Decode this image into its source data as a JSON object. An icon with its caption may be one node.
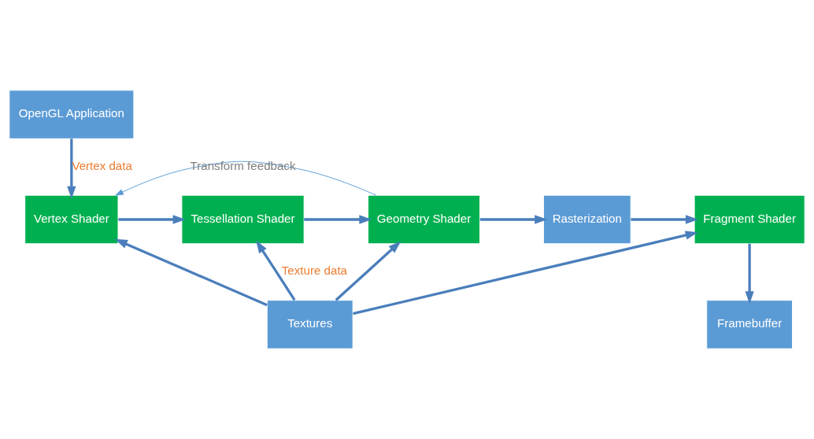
{
  "diagram": {
    "nodes": [
      {
        "text": [
          "OpenGL Application"
        ]
      },
      {
        "text": [
          "Vertex Shader"
        ]
      },
      {
        "text": [
          "Tessellation Shader"
        ]
      },
      {
        "text": [
          "Geometry Shader"
        ]
      },
      {
        "text": [
          "Rasterization"
        ]
      },
      {
        "text": [
          "Fragment Shader"
        ]
      },
      {
        "text": [
          "Textures"
        ]
      },
      {
        "text": [
          "Framebuffer"
        ]
      }
    ],
    "edges": [
      {
        "from": 0,
        "to": 1,
        "arrow": "to",
        "label": "Vertex data"
      },
      {
        "from": 1,
        "to": 2,
        "arrow": "to"
      },
      {
        "from": 2,
        "to": 3,
        "arrow": "to"
      },
      {
        "from": 3,
        "to": 4,
        "arrow": "to"
      },
      {
        "from": 4,
        "to": 5,
        "arrow": "to"
      },
      {
        "from": 3,
        "to": 1,
        "arrow": "to",
        "label": "Transform feedback",
        "color": "#5b9bd5"
      },
      {
        "from": 6,
        "to": 1,
        "arrow": "to"
      },
      {
        "from": 6,
        "to": 2,
        "arrow": "to",
        "label": "Texture data"
      },
      {
        "from": 6,
        "to": 3,
        "arrow": "to"
      },
      {
        "from": 6,
        "to": 5,
        "arrow": "to"
      },
      {
        "from": 5,
        "to": 7,
        "arrow": "to"
      }
    ]
  }
}
